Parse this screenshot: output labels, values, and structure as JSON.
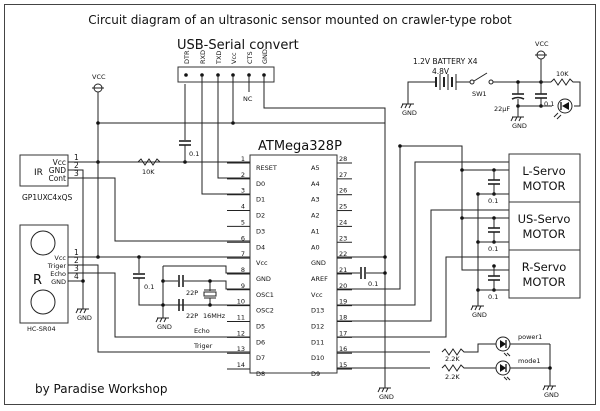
{
  "title": "Circuit diagram of an ultrasonic sensor mounted on crawler-type robot",
  "credit": "by Paradise Workshop",
  "usb_serial": {
    "label": "USB-Serial convert",
    "pins": [
      "DTR",
      "RXD",
      "TXD",
      "Vcc",
      "CTS",
      "GND"
    ],
    "nc_label": "NC"
  },
  "power": {
    "battery_label": "1.2V BATTERY X4",
    "battery_voltage": "4.8V",
    "switch_label": "SW1",
    "cap_label": "22µF",
    "cap2_label": "0.1",
    "resistor_label": "10K",
    "vcc_label": "VCC",
    "gnd_label": "GND"
  },
  "vcc_left_label": "VCC",
  "ir_sensor": {
    "inner_label": "IR",
    "pins": [
      "Vcc",
      "GND",
      "Cont"
    ],
    "pin_numbers": [
      "1",
      "2",
      "3"
    ],
    "part_label": "GP1UXC4xQS"
  },
  "reset_resistor": "10K",
  "reset_cap": "0.1",
  "hcsr04": {
    "inner_label": "R",
    "pins": [
      "Vcc",
      "Triger",
      "Echo",
      "GND"
    ],
    "pin_numbers": [
      "1",
      "2",
      "3",
      "4"
    ],
    "part_label": "HC-SR04"
  },
  "decoupling_cap": "0.1",
  "crystal": {
    "cap1": "22P",
    "cap2": "22P",
    "freq": "16MHz"
  },
  "mcu": {
    "name": "ATMega328P",
    "left_pins": [
      {
        "num": "1",
        "name": "RESET"
      },
      {
        "num": "2",
        "name": "D0"
      },
      {
        "num": "3",
        "name": "D1"
      },
      {
        "num": "4",
        "name": "D2"
      },
      {
        "num": "5",
        "name": "D3"
      },
      {
        "num": "6",
        "name": "D4"
      },
      {
        "num": "7",
        "name": "Vcc"
      },
      {
        "num": "8",
        "name": "GND"
      },
      {
        "num": "9",
        "name": "OSC1"
      },
      {
        "num": "10",
        "name": "OSC2"
      },
      {
        "num": "11",
        "name": "D5"
      },
      {
        "num": "12",
        "name": "D6"
      },
      {
        "num": "13",
        "name": "D7"
      },
      {
        "num": "14",
        "name": "D8"
      }
    ],
    "right_pins": [
      {
        "num": "28",
        "name": "A5"
      },
      {
        "num": "27",
        "name": "A4"
      },
      {
        "num": "26",
        "name": "A3"
      },
      {
        "num": "25",
        "name": "A2"
      },
      {
        "num": "24",
        "name": "A1"
      },
      {
        "num": "23",
        "name": "A0"
      },
      {
        "num": "22",
        "name": "GND"
      },
      {
        "num": "21",
        "name": "AREF"
      },
      {
        "num": "20",
        "name": "Vcc"
      },
      {
        "num": "19",
        "name": "D13"
      },
      {
        "num": "18",
        "name": "D12"
      },
      {
        "num": "17",
        "name": "D11"
      },
      {
        "num": "16",
        "name": "D10"
      },
      {
        "num": "15",
        "name": "D9"
      }
    ],
    "aref_cap": "0.1"
  },
  "net_labels": {
    "echo": "Echo",
    "triger": "Triger"
  },
  "servos": [
    {
      "line1": "L-Servo",
      "line2": "MOTOR",
      "cap": "0.1"
    },
    {
      "line1": "US-Servo",
      "line2": "MOTOR",
      "cap": "0.1"
    },
    {
      "line1": "R-Servo",
      "line2": "MOTOR",
      "cap": "0.1"
    }
  ],
  "leds": [
    {
      "label": "power1",
      "resistor": "2.2K"
    },
    {
      "label": "mode1",
      "resistor": "2.2K"
    }
  ],
  "gnd_label": "GND"
}
